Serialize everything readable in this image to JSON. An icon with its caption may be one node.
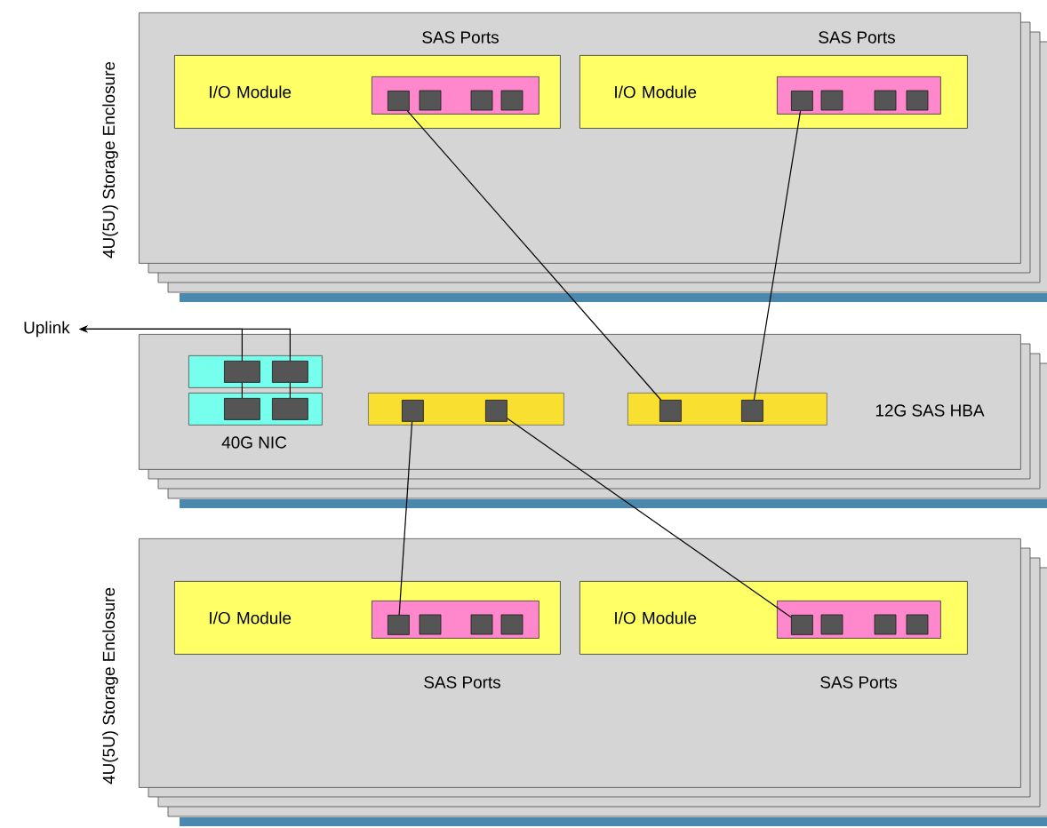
{
  "diagram": {
    "nodes": [
      {
        "text": [
          "4U(5U) Storage Enclosure"
        ]
      },
      {
        "text": [
          "I/O Module"
        ],
        "in": 0
      },
      {
        "text": [],
        "shape": "box",
        "in": 1
      },
      {
        "text": [],
        "shape": "box",
        "in": 2
      },
      {
        "text": [
          "I/O Module"
        ],
        "in": 0
      },
      {
        "text": [],
        "shape": "box",
        "in": 4
      },
      {
        "text": [],
        "shape": "box",
        "in": 5
      },
      {
        "text": [],
        "shape": "box"
      },
      {
        "text": [],
        "shape": "box",
        "in": 7
      },
      {
        "text": [],
        "shape": "box",
        "in": 7,
        "beside": [
          "40G NIC"
        ]
      },
      {
        "text": [],
        "shape": "box",
        "in": 8
      },
      {
        "text": [],
        "shape": "box",
        "in": 8
      },
      {
        "text": [],
        "shape": "box",
        "in": 9
      },
      {
        "text": [],
        "shape": "box",
        "in": 9
      },
      {
        "text": [],
        "shape": "box",
        "in": 7
      },
      {
        "text": [],
        "shape": "box",
        "in": 14
      },
      {
        "text": [],
        "shape": "box",
        "in": 14
      },
      {
        "text": [],
        "shape": "box",
        "in": 7,
        "beside": [
          "12G SAS HBA"
        ]
      },
      {
        "text": [],
        "shape": "box",
        "in": 17
      },
      {
        "text": [],
        "shape": "box",
        "in": 17
      },
      {
        "text": [
          "4U(5U) Storage Enclosure"
        ]
      },
      {
        "text": [
          "I/O Module"
        ],
        "in": 20
      },
      {
        "text": [],
        "shape": "box",
        "in": 21
      },
      {
        "text": [],
        "shape": "box",
        "in": 22
      },
      {
        "text": [
          "I/O Module"
        ],
        "in": 20
      },
      {
        "text": [],
        "shape": "box",
        "in": 24
      },
      {
        "text": [],
        "shape": "box",
        "in": 25
      },
      {
        "text": [
          "Uplink"
        ]
      }
    ],
    "edges": [
      {
        "from": 3,
        "to": 18,
        "arrow": "none"
      },
      {
        "from": 6,
        "to": 19,
        "arrow": "none"
      },
      {
        "from": 15,
        "to": 23,
        "arrow": "none"
      },
      {
        "from": 16,
        "to": 26,
        "arrow": "none"
      },
      {
        "from": 10,
        "to": 27,
        "arrow": "to"
      },
      {
        "from": 11,
        "to": 27,
        "arrow": "to"
      },
      {
        "from": 12,
        "to": 10,
        "arrow": "none"
      },
      {
        "from": 13,
        "to": 11,
        "arrow": "none"
      }
    ],
    "labels": [
      "SAS Ports",
      "SAS Ports",
      "SAS Ports",
      "SAS Ports"
    ]
  }
}
